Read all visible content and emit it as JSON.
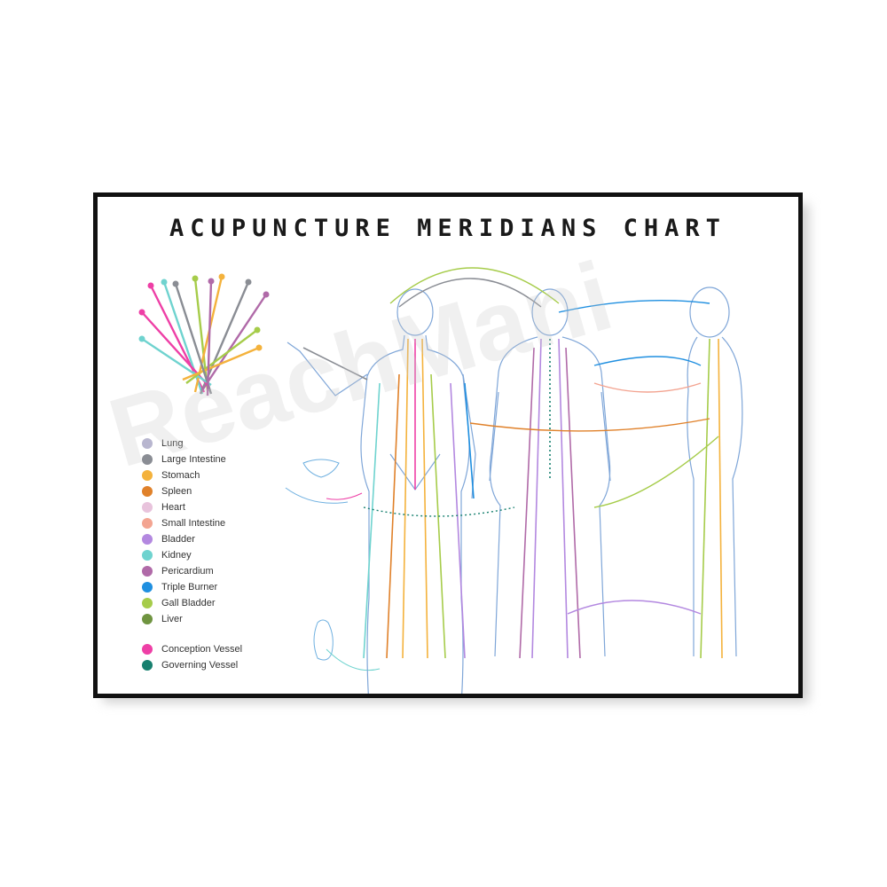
{
  "title": "ACUPUNCTURE MERIDIANS CHART",
  "watermark": "ReachMani",
  "legend": [
    {
      "label": "Lung",
      "color": "#b8b6cf"
    },
    {
      "label": "Large Intestine",
      "color": "#8a8d94"
    },
    {
      "label": "Stomach",
      "color": "#f4b23c"
    },
    {
      "label": "Spleen",
      "color": "#e0812a"
    },
    {
      "label": "Heart",
      "color": "#e8c3dc"
    },
    {
      "label": "Small Intestine",
      "color": "#f3a491"
    },
    {
      "label": "Bladder",
      "color": "#b388e0"
    },
    {
      "label": "Kidney",
      "color": "#6fd3cf"
    },
    {
      "label": "Pericardium",
      "color": "#b06aa8"
    },
    {
      "label": "Triple Burner",
      "color": "#1f8fe0"
    },
    {
      "label": "Gall Bladder",
      "color": "#a6cc4a"
    },
    {
      "label": "Liver",
      "color": "#6f9440"
    }
  ],
  "vessels": [
    {
      "label": "Conception Vessel",
      "color": "#ee3fa6"
    },
    {
      "label": "Governing Vessel",
      "color": "#17806f"
    }
  ],
  "needle_colors": [
    "#ee3fa6",
    "#6fd3cf",
    "#a6cc4a",
    "#f4b23c",
    "#8a8d94",
    "#b06aa8"
  ]
}
